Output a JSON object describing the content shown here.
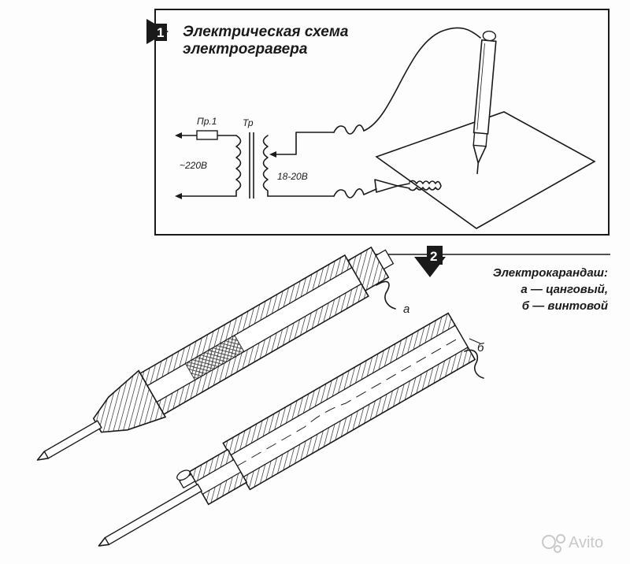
{
  "section1": {
    "number": "1",
    "title_line1": "Электрическая схема",
    "title_line2": "электрогравера"
  },
  "circuit": {
    "fuse_label": "Пр.1",
    "transformer_label": "Тр",
    "input_voltage": "~220В",
    "output_voltage": "18-20В"
  },
  "section2": {
    "number": "2",
    "title": "Электрокарандаш:",
    "item_a": "а — цанговый,",
    "item_b": "б — винтовой"
  },
  "pencils": {
    "label_a": "а",
    "label_b": "б"
  },
  "watermark": "Avito",
  "colors": {
    "ink": "#1a1a1a",
    "paper": "#fdfdfd",
    "watermark": "#c9c9c9"
  }
}
